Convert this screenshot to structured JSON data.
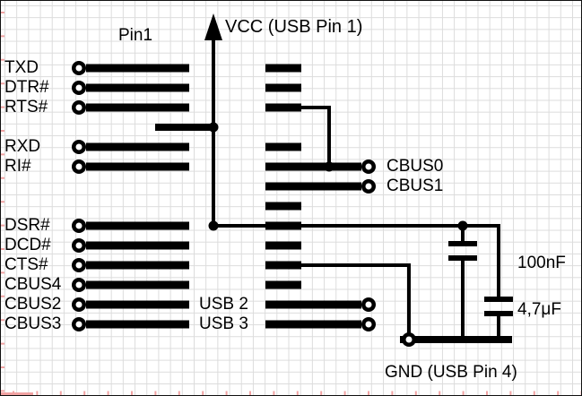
{
  "schematic": {
    "power": {
      "vcc_label": "VCC (USB Pin 1)",
      "gnd_label": "GND (USB Pin 4)"
    },
    "pin1_label": "Pin1",
    "left_pins": [
      "TXD",
      "DTR#",
      "RTS#",
      "RXD",
      "RI#",
      "DSR#",
      "DCD#",
      "CTS#",
      "CBUS4",
      "CBUS2",
      "CBUS3"
    ],
    "cbus_pins": [
      "CBUS0",
      "CBUS1"
    ],
    "usb_pins": [
      "USB 2",
      "USB 3"
    ],
    "capacitors": [
      "100nF",
      "4,7μF"
    ],
    "icons": {
      "vcc_arrow": "up-arrow",
      "pads": "through-hole-pad"
    },
    "colors": {
      "trace": "#000000",
      "grid": "#dcdcdc",
      "ruler_tick": "#f1a3a3",
      "background": "#ffffff"
    }
  }
}
